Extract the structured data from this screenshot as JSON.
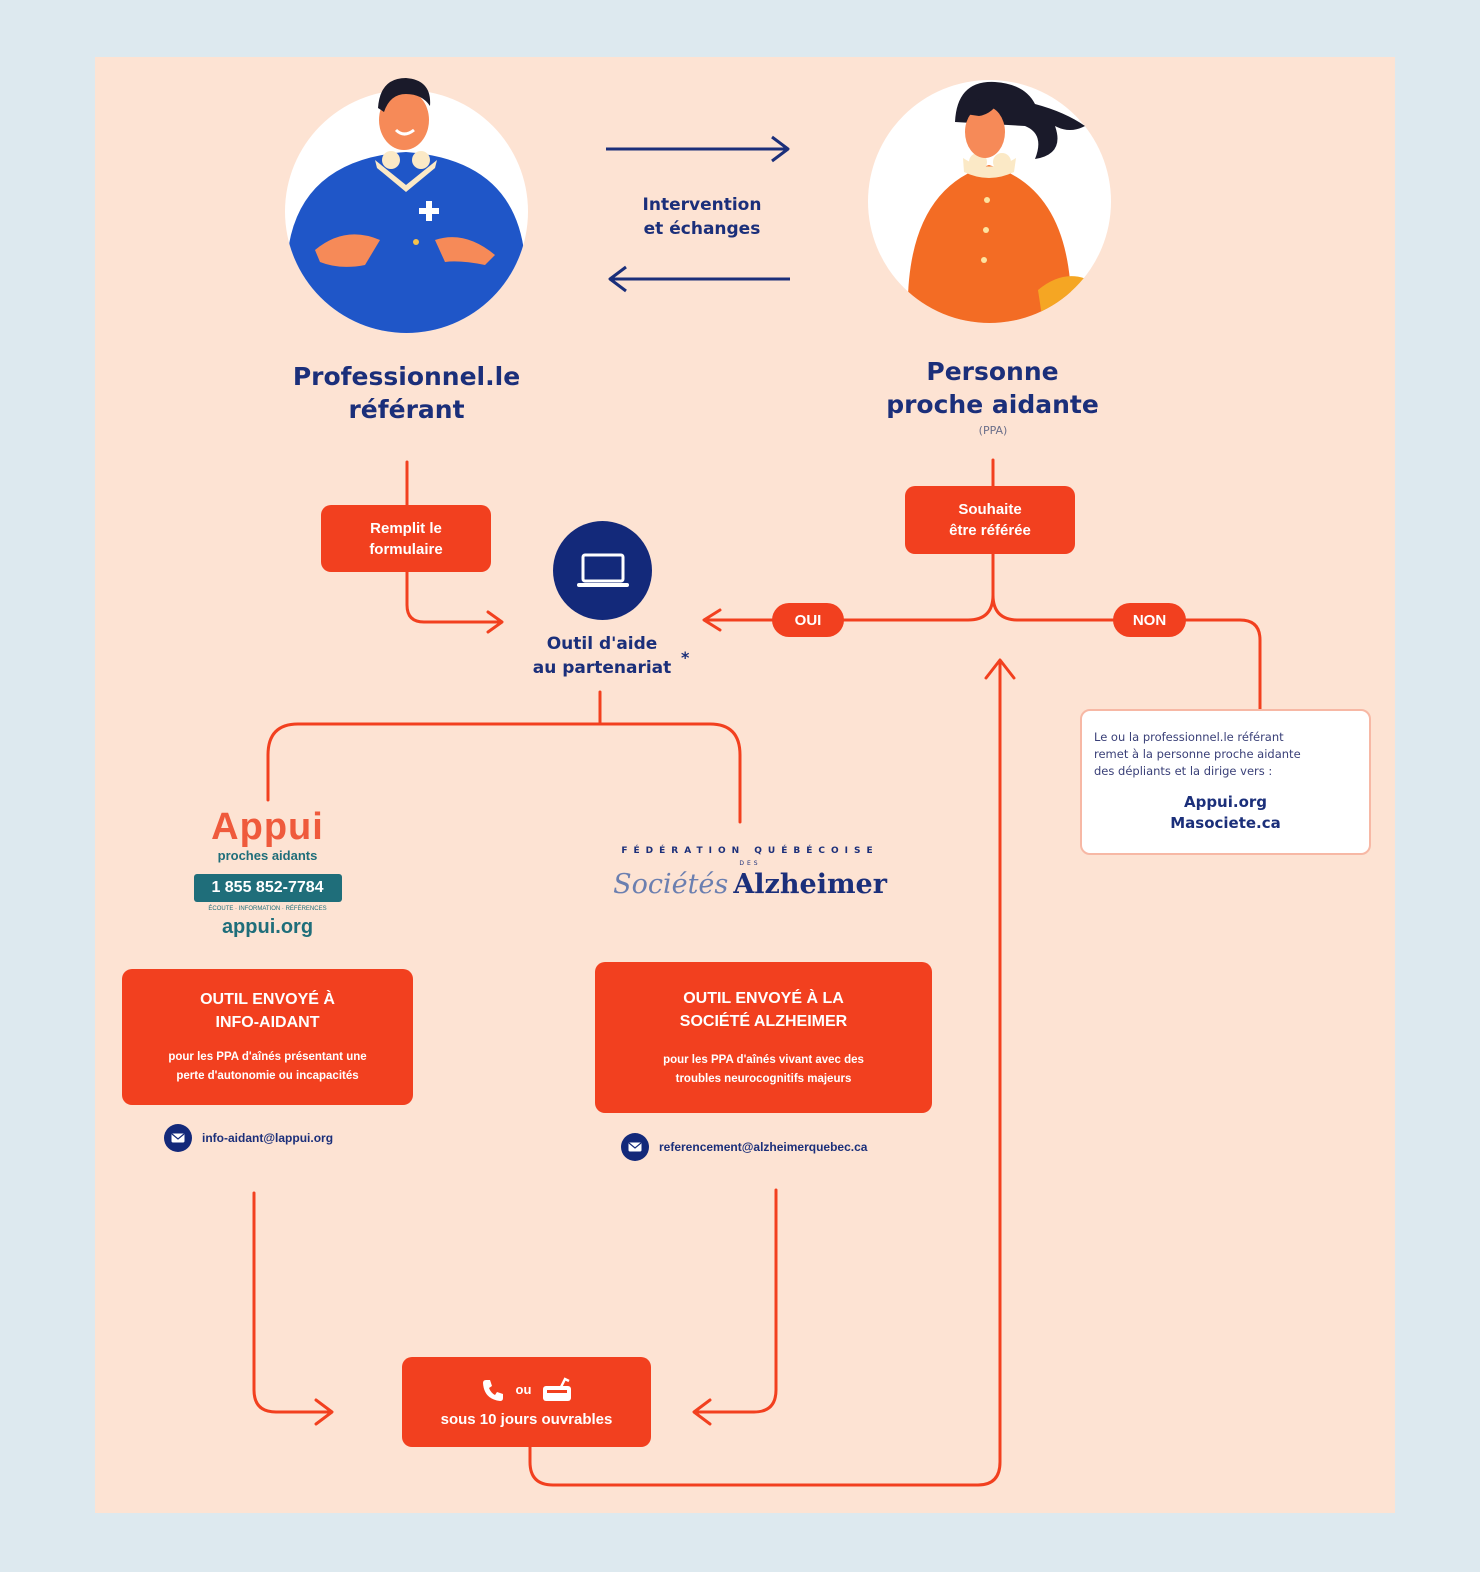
{
  "people": {
    "professional": {
      "title_line1": "Professionnel.le",
      "title_line2": "référant"
    },
    "caregiver": {
      "title_line1": "Personne",
      "title_line2": "proche aidante",
      "abbr": "(PPA)"
    }
  },
  "exchange": {
    "line1": "Intervention",
    "line2": "et échanges"
  },
  "steps": {
    "fill_form": {
      "line1": "Remplit le",
      "line2": "formulaire"
    },
    "wish_referral": {
      "line1": "Souhaite",
      "line2": "être référée"
    },
    "oui": "OUI",
    "non": "NON"
  },
  "tool": {
    "line1": "Outil d'aide",
    "line2": "au partenariat",
    "asterisk": "*"
  },
  "referral_card": {
    "text_line1": "Le ou la professionnel.le référant",
    "text_line2": "remet à la personne proche aidante",
    "text_line3": "des dépliants et la dirige vers :",
    "link1": "Appui.org",
    "link2": "Masociete.ca"
  },
  "appui": {
    "logo_text": "Appui",
    "subtitle": "proches aidants",
    "phone": "1 855 852-7784",
    "tagline": "ÉCOUTE · INFORMATION · RÉFÉRENCES",
    "site": "appui.org"
  },
  "fqsa": {
    "top_line": "FÉDÉRATION QUÉBÉCOISE",
    "des": "DES",
    "societes": "Sociétés",
    "alzheimer": "Alzheimer"
  },
  "box_info_aidant": {
    "title_line1": "OUTIL ENVOYÉ À",
    "title_line2": "INFO-AIDANT",
    "desc_line1": "pour les PPA d'aînés présentant une",
    "desc_line2": "perte d'autonomie ou incapacités",
    "email": "info-aidant@lappui.org"
  },
  "box_alzheimer": {
    "title_line1": "OUTIL ENVOYÉ À LA",
    "title_line2": "SOCIÉTÉ ALZHEIMER",
    "desc_line1": "pour les PPA d'aînés vivant avec des",
    "desc_line2": "troubles neurocognitifs majeurs",
    "email": "referencement@alzheimerquebec.ca"
  },
  "callback": {
    "ou": "ou",
    "delay": "sous 10 jours ouvrables",
    "phone_icon": "phone-icon",
    "mail_icon": "mail-icon"
  },
  "colors": {
    "background": "#dde9ef",
    "panel": "#fde3d3",
    "accent": "#f2401f",
    "navy": "#1b2f7a",
    "teal": "#1f6e7a"
  }
}
